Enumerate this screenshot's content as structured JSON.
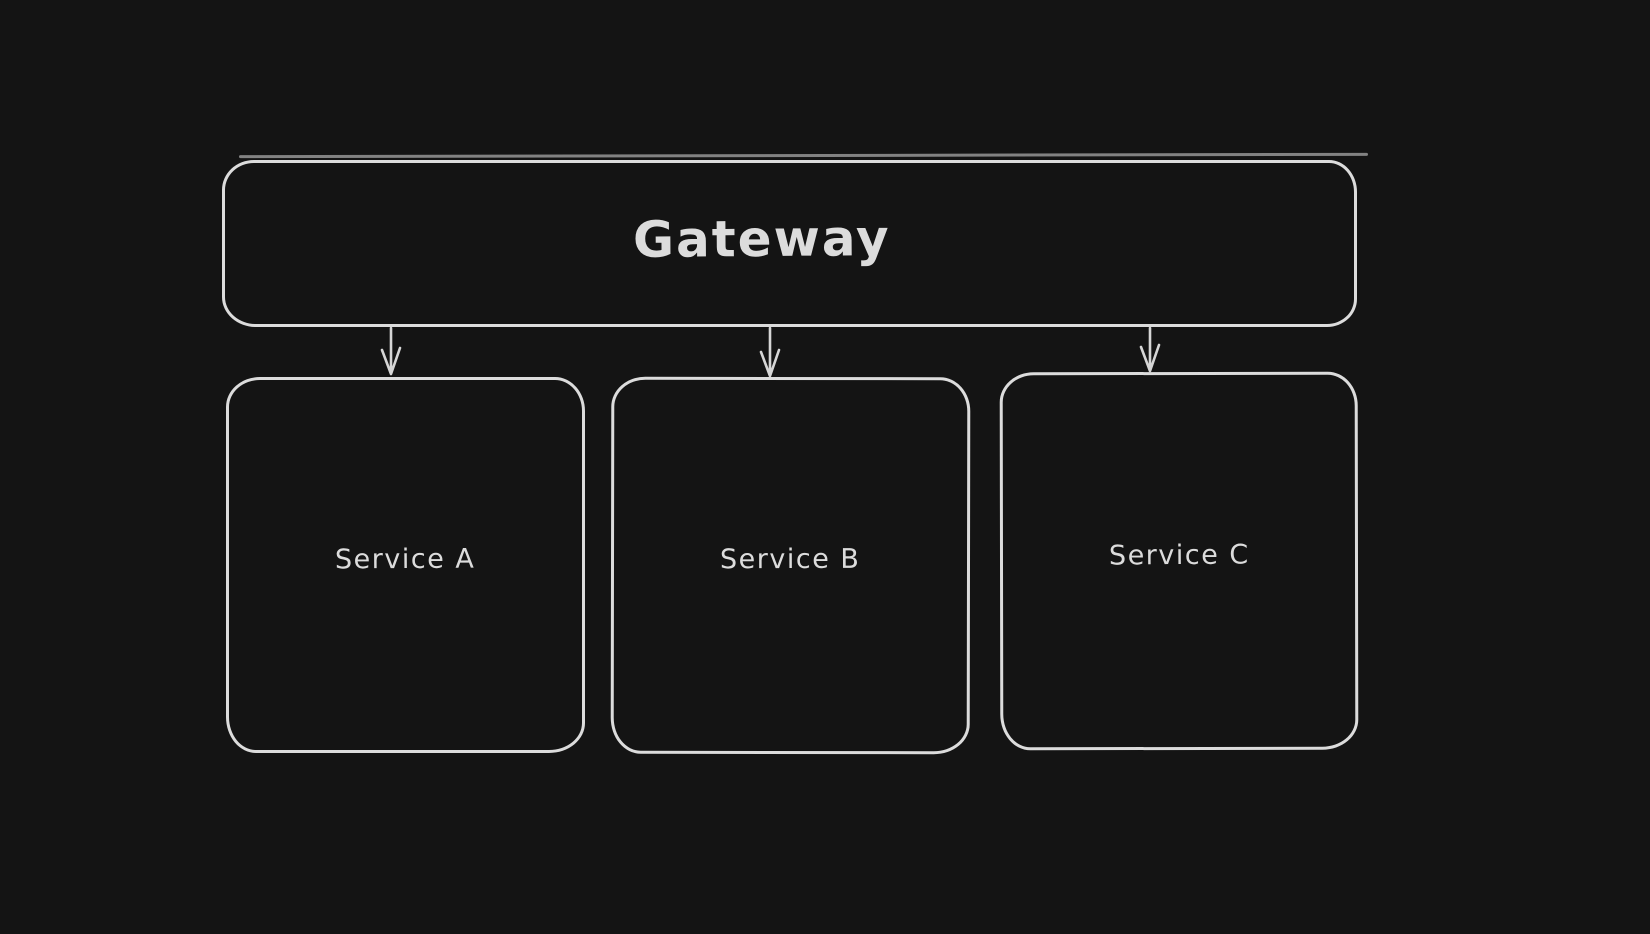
{
  "canvas": {
    "background_color": "#141414",
    "stroke_color": "#dcdcdc",
    "text_color": "#dcdcdc"
  },
  "nodes": [
    {
      "id": "gateway",
      "label": "Gateway",
      "shape": "rounded-rectangle"
    },
    {
      "id": "service-a",
      "label": "Service A",
      "shape": "rounded-rectangle"
    },
    {
      "id": "service-b",
      "label": "Service B",
      "shape": "rounded-rectangle"
    },
    {
      "id": "service-c",
      "label": "Service C",
      "shape": "rounded-rectangle"
    }
  ],
  "edges": [
    {
      "from": "gateway",
      "to": "service-a",
      "type": "arrow",
      "direction": "down"
    },
    {
      "from": "gateway",
      "to": "service-b",
      "type": "arrow",
      "direction": "down"
    },
    {
      "from": "gateway",
      "to": "service-c",
      "type": "arrow",
      "direction": "down"
    }
  ]
}
